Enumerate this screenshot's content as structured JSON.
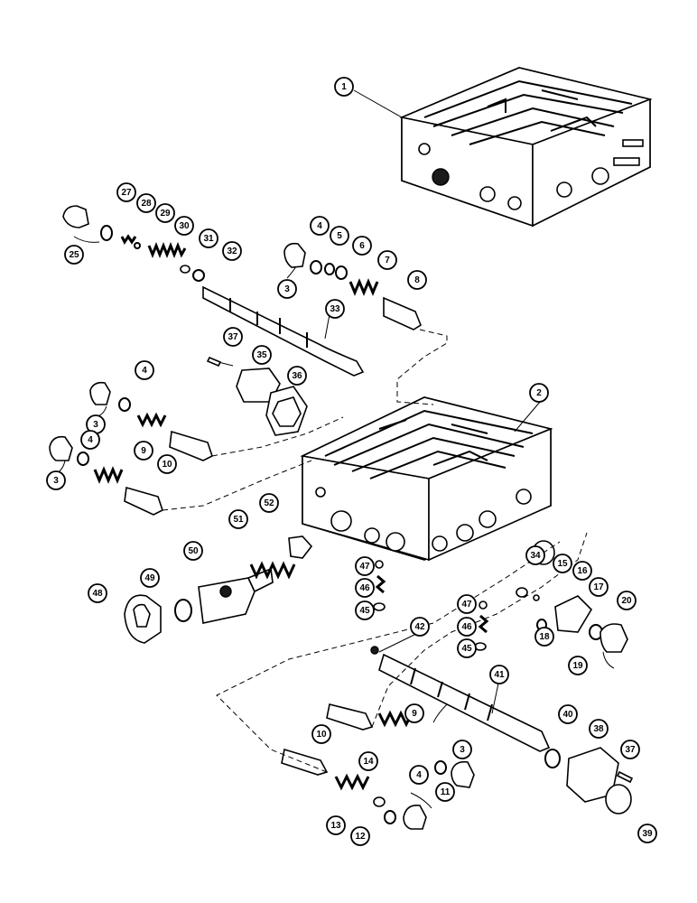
{
  "callouts": [
    {
      "id": "1",
      "label": "1"
    },
    {
      "id": "2",
      "label": "2"
    },
    {
      "id": "3a",
      "label": "3"
    },
    {
      "id": "3b",
      "label": "3"
    },
    {
      "id": "3c",
      "label": "3"
    },
    {
      "id": "3d",
      "label": "3"
    },
    {
      "id": "4a",
      "label": "4"
    },
    {
      "id": "4b",
      "label": "4"
    },
    {
      "id": "4c",
      "label": "4"
    },
    {
      "id": "4d",
      "label": "4"
    },
    {
      "id": "5",
      "label": "5"
    },
    {
      "id": "6",
      "label": "6"
    },
    {
      "id": "7",
      "label": "7"
    },
    {
      "id": "8",
      "label": "8"
    },
    {
      "id": "9a",
      "label": "9"
    },
    {
      "id": "9b",
      "label": "9"
    },
    {
      "id": "10a",
      "label": "10"
    },
    {
      "id": "10b",
      "label": "10"
    },
    {
      "id": "11",
      "label": "11"
    },
    {
      "id": "12",
      "label": "12"
    },
    {
      "id": "13",
      "label": "13"
    },
    {
      "id": "14",
      "label": "14"
    },
    {
      "id": "15",
      "label": "15"
    },
    {
      "id": "16",
      "label": "16"
    },
    {
      "id": "17",
      "label": "17"
    },
    {
      "id": "18",
      "label": "18"
    },
    {
      "id": "19",
      "label": "19"
    },
    {
      "id": "20",
      "label": "20"
    },
    {
      "id": "25",
      "label": "25"
    },
    {
      "id": "27",
      "label": "27"
    },
    {
      "id": "28",
      "label": "28"
    },
    {
      "id": "29",
      "label": "29"
    },
    {
      "id": "30",
      "label": "30"
    },
    {
      "id": "31",
      "label": "31"
    },
    {
      "id": "32",
      "label": "32"
    },
    {
      "id": "33",
      "label": "33"
    },
    {
      "id": "34",
      "label": "34"
    },
    {
      "id": "35",
      "label": "35"
    },
    {
      "id": "36",
      "label": "36"
    },
    {
      "id": "37a",
      "label": "37"
    },
    {
      "id": "37b",
      "label": "37"
    },
    {
      "id": "38",
      "label": "38"
    },
    {
      "id": "39",
      "label": "39"
    },
    {
      "id": "40",
      "label": "40"
    },
    {
      "id": "41",
      "label": "41"
    },
    {
      "id": "42",
      "label": "42"
    },
    {
      "id": "45a",
      "label": "45"
    },
    {
      "id": "45b",
      "label": "45"
    },
    {
      "id": "46a",
      "label": "46"
    },
    {
      "id": "46b",
      "label": "46"
    },
    {
      "id": "47a",
      "label": "47"
    },
    {
      "id": "47b",
      "label": "47"
    },
    {
      "id": "48",
      "label": "48"
    },
    {
      "id": "49",
      "label": "49"
    },
    {
      "id": "50",
      "label": "50"
    },
    {
      "id": "51",
      "label": "51"
    },
    {
      "id": "52",
      "label": "52"
    }
  ]
}
